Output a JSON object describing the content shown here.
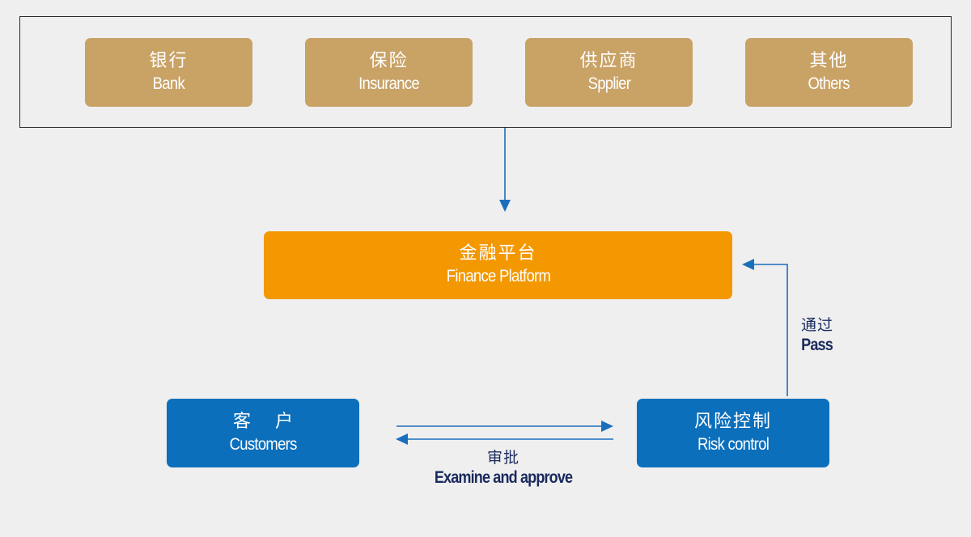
{
  "nodes": {
    "bank": {
      "zh": "银行",
      "en": "Bank"
    },
    "insurance": {
      "zh": "保险",
      "en": "Insurance"
    },
    "supplier": {
      "zh": "供应商",
      "en": "Spplier"
    },
    "others": {
      "zh": "其他",
      "en": "Others"
    },
    "finance": {
      "zh": "金融平台",
      "en": "Finance Platform"
    },
    "customers": {
      "zh": "客户",
      "en": "Customers"
    },
    "risk": {
      "zh": "风险控制",
      "en": "Risk control"
    }
  },
  "edges": {
    "pass": {
      "zh": "通过",
      "en": "Pass"
    },
    "examine": {
      "zh": "审批",
      "en": "Examine and approve"
    }
  },
  "colors": {
    "background": "#efefef",
    "partner_box": "#c9a266",
    "finance_box": "#f39800",
    "process_box": "#0b6fbc",
    "arrow": "#1a6fbd",
    "label_text": "#1a2a5e"
  }
}
